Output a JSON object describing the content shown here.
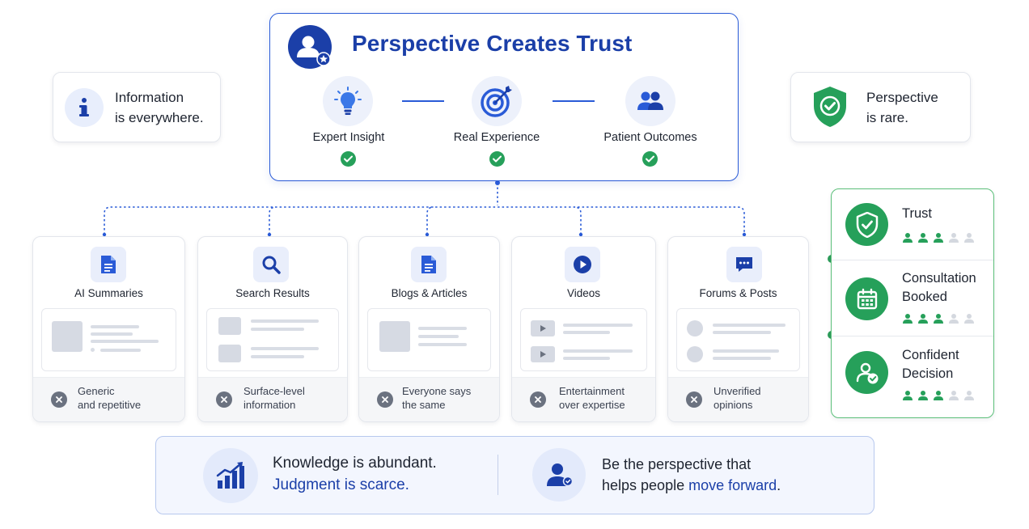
{
  "main": {
    "title": "Perspective Creates Trust",
    "pillars": [
      {
        "label": "Expert Insight",
        "icon": "lightbulb-icon"
      },
      {
        "label": "Real Experience",
        "icon": "target-icon"
      },
      {
        "label": "Patient Outcomes",
        "icon": "people-icon"
      }
    ]
  },
  "left_card": {
    "line1": "Information",
    "line2": "is everywhere.",
    "icon": "info-icon"
  },
  "right_card": {
    "line1": "Perspective",
    "line2": "is rare.",
    "icon": "shield-check-icon"
  },
  "sources": [
    {
      "title": "AI Summaries",
      "note1": "Generic",
      "note2": "and repetitive",
      "icon": "document-icon"
    },
    {
      "title": "Search Results",
      "note1": "Surface-level",
      "note2": "information",
      "icon": "search-icon"
    },
    {
      "title": "Blogs & Articles",
      "note1": "Everyone says",
      "note2": "the same",
      "icon": "article-icon"
    },
    {
      "title": "Videos",
      "note1": "Entertainment",
      "note2": "over expertise",
      "icon": "play-icon"
    },
    {
      "title": "Forums & Posts",
      "note1": "Unverified",
      "note2": "opinions",
      "icon": "chat-icon"
    }
  ],
  "results": [
    {
      "line1": "Trust",
      "line2": "",
      "level": 3,
      "max": 5,
      "icon": "shield-check-icon"
    },
    {
      "line1": "Consultation",
      "line2": "Booked",
      "level": 3,
      "max": 5,
      "icon": "calendar-icon"
    },
    {
      "line1": "Confident",
      "line2": "Decision",
      "level": 3,
      "max": 5,
      "icon": "user-check-icon"
    }
  ],
  "banner": {
    "left_line1": "Knowledge is abundant.",
    "left_line2": "Judgment is scarce.",
    "right_line1": "Be the perspective that",
    "right_line2_start": "helps people ",
    "right_line2_highlight": "move forward",
    "right_line2_end": "."
  },
  "colors": {
    "primary": "#1b3fa8",
    "accent": "#2a5bd7",
    "success": "#26a05a",
    "muted": "#6b7280"
  }
}
